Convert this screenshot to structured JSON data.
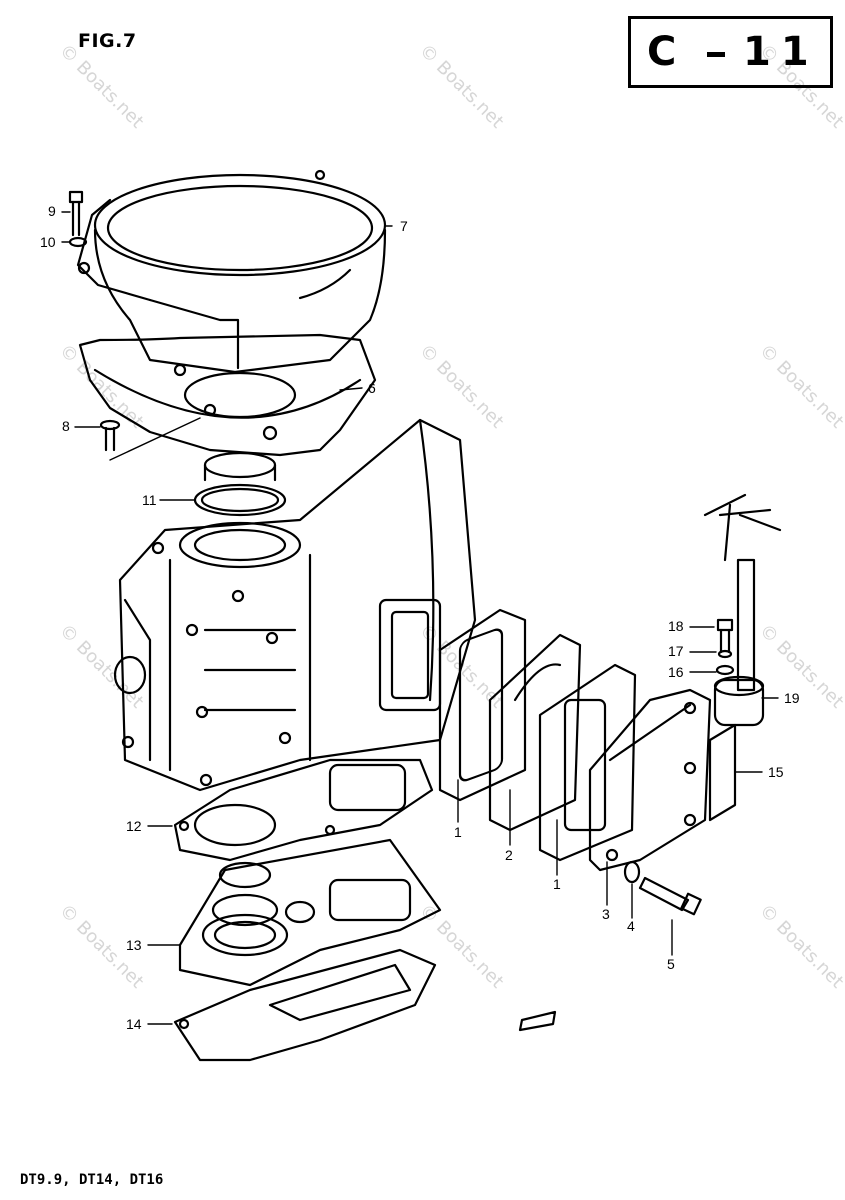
{
  "figure": {
    "title": "FIG.7"
  },
  "section_code": {
    "letter": "C",
    "number": "11"
  },
  "models": "DT9.9, DT14, DT16",
  "watermark": "© Boats.net",
  "callouts": [
    {
      "id": "c9",
      "text": "9"
    },
    {
      "id": "c10",
      "text": "10"
    },
    {
      "id": "c7",
      "text": "7"
    },
    {
      "id": "c6",
      "text": "6"
    },
    {
      "id": "c8",
      "text": "8"
    },
    {
      "id": "c11",
      "text": "11"
    },
    {
      "id": "c18",
      "text": "18"
    },
    {
      "id": "c17",
      "text": "17"
    },
    {
      "id": "c16",
      "text": "16"
    },
    {
      "id": "c19",
      "text": "19"
    },
    {
      "id": "c15",
      "text": "15"
    },
    {
      "id": "c12",
      "text": "12"
    },
    {
      "id": "c1a",
      "text": "1"
    },
    {
      "id": "c2",
      "text": "2"
    },
    {
      "id": "c1b",
      "text": "1"
    },
    {
      "id": "c3",
      "text": "3"
    },
    {
      "id": "c4",
      "text": "4"
    },
    {
      "id": "c5",
      "text": "5"
    },
    {
      "id": "c13",
      "text": "13"
    },
    {
      "id": "c14",
      "text": "14"
    }
  ]
}
